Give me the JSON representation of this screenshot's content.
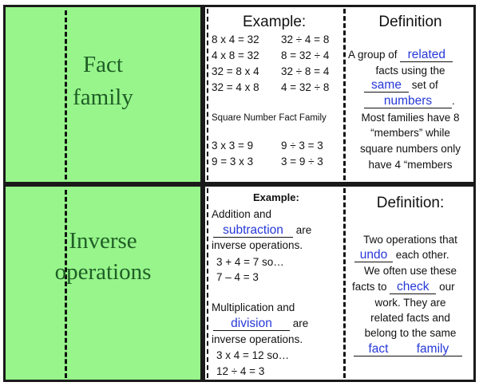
{
  "row1": {
    "term": [
      "Fact",
      "family"
    ],
    "example_heading": "Example:",
    "facts": [
      [
        "8 x 4 = 32",
        "32 ÷ 4 = 8"
      ],
      [
        "4 x 8 = 32",
        "8 = 32 ÷ 4"
      ],
      [
        "32 = 8 x 4",
        "32 ÷ 8 = 4"
      ],
      [
        "32 = 4 x 8",
        "4 = 32 ÷ 8"
      ]
    ],
    "square_heading": "Square Number Fact Family",
    "square_facts": [
      [
        "3 x 3 = 9",
        "9 ÷ 3 = 3"
      ],
      [
        "9 = 3 x 3",
        "3 = 9 ÷ 3"
      ]
    ],
    "definition_heading": "Definition",
    "def": {
      "a_group_of": "A group of",
      "fill_related": "related",
      "facts_using_the": "facts using the",
      "fill_same": "same",
      "set_of": "set of",
      "fill_numbers": "numbers",
      "period": ".",
      "rest": [
        "Most families have 8",
        "“members” while",
        "square numbers only",
        "have 4 “members"
      ]
    }
  },
  "row2": {
    "term": [
      "Inverse",
      "operations"
    ],
    "example_heading": "Example:",
    "ex": {
      "addition_and": "Addition and",
      "fill_subtraction": "subtraction",
      "are": "are",
      "inverse_ops": "inverse operations.",
      "ex1": "3 + 4 = 7 so…",
      "ex2": "7 – 4 = 3",
      "mult_and": "Multiplication and",
      "fill_division": "division",
      "are2": "are",
      "inverse_ops2": "inverse operations.",
      "ex3": "3 x 4 = 12 so…",
      "ex4": "12  ÷  4 = 3"
    },
    "definition_heading": "Definition:",
    "def": {
      "l1": "Two operations that",
      "fill_undo": "undo",
      "each_other": "each other.",
      "l3": "We often use these",
      "facts_to": "facts to",
      "fill_check": "check",
      "our": "our",
      "l5": "work. They are",
      "l6": "related facts and",
      "l7": "belong to the same",
      "fill_fact": "fact",
      "fill_family": "family"
    }
  }
}
